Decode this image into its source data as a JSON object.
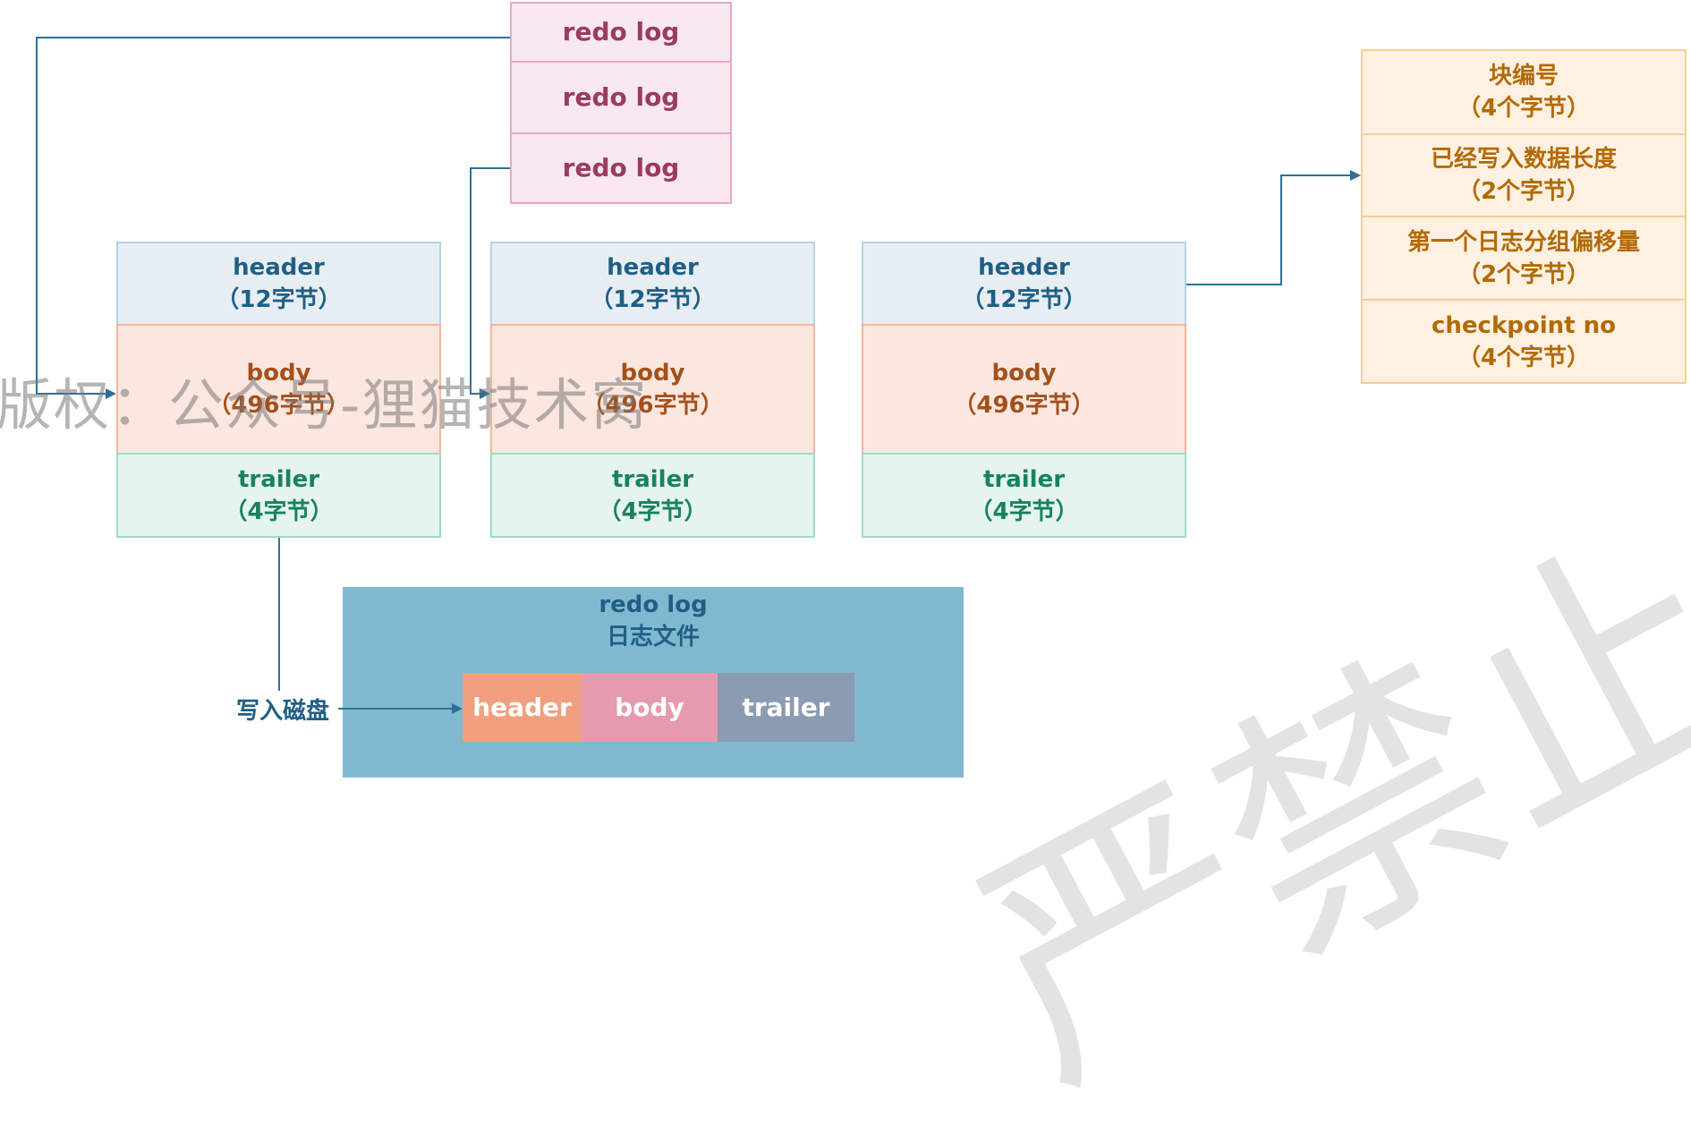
{
  "redo_stack": [
    "redo log",
    "redo log",
    "redo log"
  ],
  "blocks": [
    {
      "header": "header",
      "header_size": "（12字节）",
      "body": "body",
      "body_size": "（496字节）",
      "trailer": "trailer",
      "trailer_size": "（4字节）"
    },
    {
      "header": "header",
      "header_size": "（12字节）",
      "body": "body",
      "body_size": "（496字节）",
      "trailer": "trailer",
      "trailer_size": "（4字节）"
    },
    {
      "header": "header",
      "header_size": "（12字节）",
      "body": "body",
      "body_size": "（496字节）",
      "trailer": "trailer",
      "trailer_size": "（4字节）"
    }
  ],
  "header_detail": [
    {
      "name": "块编号",
      "size": "（4个字节）"
    },
    {
      "name": "已经写入数据长度",
      "size": "（2个字节）"
    },
    {
      "name": "第一个日志分组偏移量",
      "size": "（2个字节）"
    },
    {
      "name": "checkpoint no",
      "size": "（4个字节）"
    }
  ],
  "file": {
    "title_line1": "redo log",
    "title_line2": "日志文件",
    "segments": [
      "header",
      "body",
      "trailer"
    ]
  },
  "write_label": "写入磁盘",
  "watermark_left": "版权：公众号-狸猫技术窝",
  "watermark_big": "严禁止",
  "colors": {
    "line": "#2f6f99",
    "seg_header": "#f0a07e",
    "seg_body": "#e59aae",
    "seg_trailer": "#8b9bb1"
  }
}
